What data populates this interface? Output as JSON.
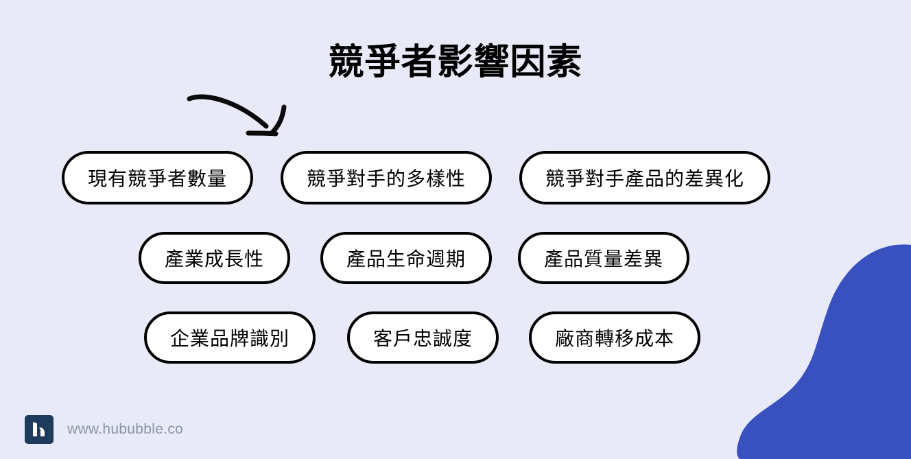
{
  "page": {
    "title": "競爭者影響因素",
    "background_color": "#e8eaf7",
    "accent_color": "#3950bf",
    "pill_border_color": "#000000",
    "pill_fill_color": "#ffffff"
  },
  "annotation": {
    "arrow_name": "hand-drawn-curved-arrow"
  },
  "rows": [
    {
      "items": [
        {
          "label": "現有競爭者數量"
        },
        {
          "label": "競爭對手的多樣性"
        },
        {
          "label": "競爭對手產品的差異化"
        }
      ]
    },
    {
      "items": [
        {
          "label": "產業成長性"
        },
        {
          "label": "產品生命週期"
        },
        {
          "label": "產品質量差異"
        }
      ]
    },
    {
      "items": [
        {
          "label": "企業品牌識別"
        },
        {
          "label": "客戶忠誠度"
        },
        {
          "label": "廠商轉移成本"
        }
      ]
    }
  ],
  "footer": {
    "logo_name": "hububble-logo",
    "logo_color": "#1e3b5c",
    "url": "www.hububble.co",
    "url_color": "#8b93a8"
  }
}
